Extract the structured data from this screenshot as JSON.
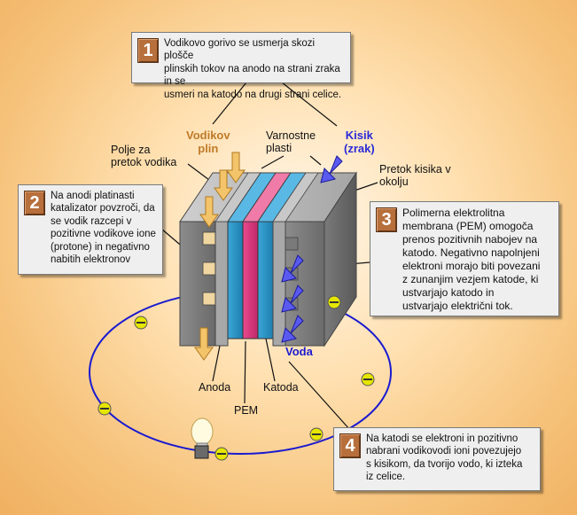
{
  "colors": {
    "background": "#f6c37c",
    "hydrogen_label": "#c07a28",
    "oxygen_label": "#2a2ad8",
    "water_label": "#1a1ad0",
    "circuit": "#1a1ad0",
    "electron": "#e6e600",
    "anode_layer": "#2a8fc0",
    "pem_layer": "#d8357a",
    "cathode_layer": "#2a8fc0",
    "hydrogen_arrow": "#f4c46a",
    "oxygen_arrow": "#5a5af0"
  },
  "callouts": [
    {
      "number": "1",
      "text": "Vodikovo gorivo se usmerja skozi plošče\nplinskih tokov na anodo na strani zraka in se\nusmeri na katodo na drugi strani celice."
    },
    {
      "number": "2",
      "text": "Na anodi platinasti\nkatalizator povzroči, da\nse vodik razcepi v\npozitivne vodikove ione\n(protone) in negativno\nnabitih elektronov"
    },
    {
      "number": "3",
      "text": "Polimerna elektrolitna\nmembrana (PEM) omogoča\nprenos pozitivnih nabojev na\nkatodo. Negativno napolnjeni\nelektroni morajo biti povezani\nz zunanjim vezjem katode, ki\nustvarjajo katodo in\nustvarjajo električni tok."
    },
    {
      "number": "4",
      "text": "Na katodi se elektroni in pozitivno\nnabrani vodikovodi ioni povezujejo\ns kisikom, da tvorijo vodo, ki izteka\niz celice."
    }
  ],
  "labels": {
    "hydrogen_gas": "Vodikov\nplin",
    "oxygen_air": "Kisik\n(zrak)",
    "protective_layers": "Varnostne\nplasti",
    "hydrogen_flow_field": "Polje za\npretok vodika",
    "oxygen_flow": "Pretok kisika v\nokolju",
    "water": "Voda",
    "anode": "Anoda",
    "pem": "PEM",
    "cathode": "Katoda"
  },
  "icons": [
    "lightbulb-icon",
    "electron-icon",
    "hydrogen-arrow-icon",
    "oxygen-arrow-icon"
  ]
}
